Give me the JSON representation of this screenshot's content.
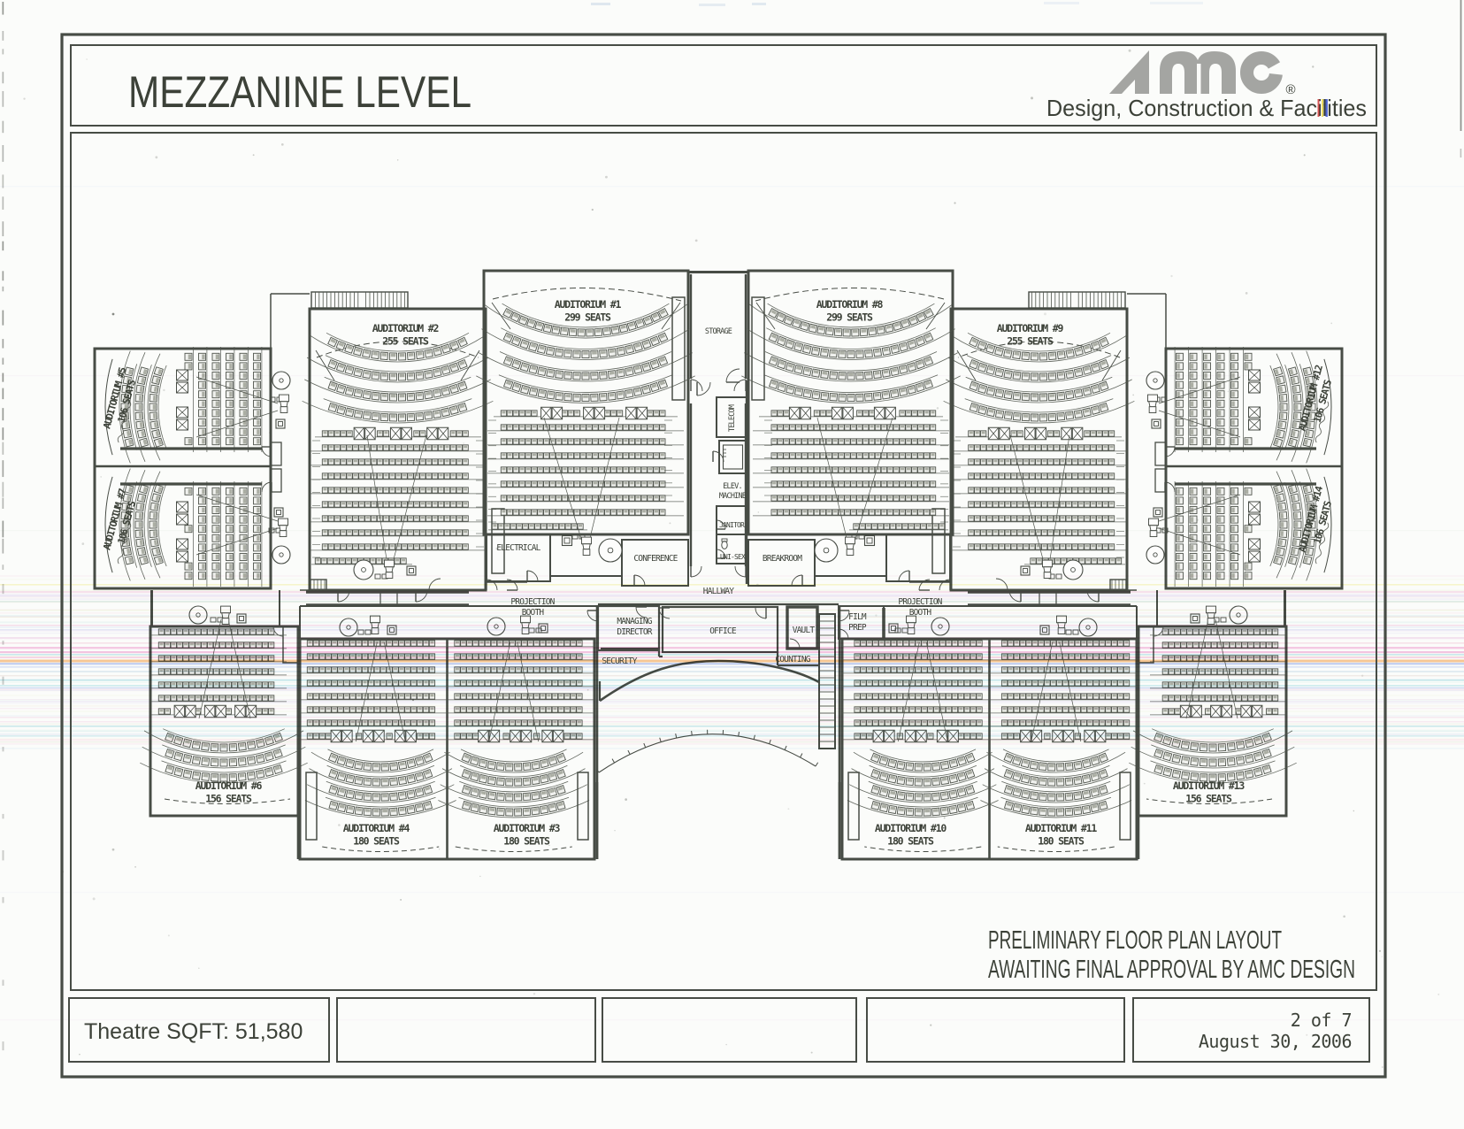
{
  "title_block": {
    "title": "MEZZANINE LEVEL"
  },
  "logo": {
    "word": "amc",
    "registered": "®",
    "subtitle": "Design, Construction & Facilities"
  },
  "plan": {
    "auditoriums": [
      {
        "id": 1,
        "name": "AUDITORIUM #1",
        "seats": "299 SEATS"
      },
      {
        "id": 2,
        "name": "AUDITORIUM #2",
        "seats": "255 SEATS"
      },
      {
        "id": 3,
        "name": "AUDITORIUM #3",
        "seats": "180 SEATS"
      },
      {
        "id": 4,
        "name": "AUDITORIUM #4",
        "seats": "180 SEATS"
      },
      {
        "id": 5,
        "name": "AUDITORIUM #5",
        "seats": "106 SEATS"
      },
      {
        "id": 6,
        "name": "AUDITORIUM #6",
        "seats": "156 SEATS"
      },
      {
        "id": 7,
        "name": "AUDITORIUM #7",
        "seats": "106 SEATS"
      },
      {
        "id": 8,
        "name": "AUDITORIUM #8",
        "seats": "299 SEATS"
      },
      {
        "id": 9,
        "name": "AUDITORIUM #9",
        "seats": "255 SEATS"
      },
      {
        "id": 10,
        "name": "AUDITORIUM #10",
        "seats": "180 SEATS"
      },
      {
        "id": 11,
        "name": "AUDITORIUM #11",
        "seats": "180 SEATS"
      },
      {
        "id": 12,
        "name": "AUDITORIUM #12",
        "seats": "106 SEATS"
      },
      {
        "id": 13,
        "name": "AUDITORIUM #13",
        "seats": "156 SEATS"
      },
      {
        "id": 14,
        "name": "AUDITORIUM #14",
        "seats": "106 SEATS"
      }
    ],
    "rooms": {
      "storage": "STORAGE",
      "telecom": "TELECOM",
      "elev_machine": [
        "ELEV.",
        "MACHINE"
      ],
      "janitor": "JANITOR",
      "unisex": "UNI-SEX",
      "electrical": "ELECTRICAL",
      "conference": "CONFERENCE",
      "breakroom": "BREAKROOM",
      "hallway": "HALLWAY",
      "projection_booth": [
        "PROJECTION",
        "BOOTH"
      ],
      "film_prep": [
        "FILM",
        "PREP"
      ],
      "managing_director": [
        "MANAGING",
        "DIRECTOR"
      ],
      "office": "OFFICE",
      "vault": "VAULT",
      "security": "SECURITY",
      "counting": "COUNTING"
    }
  },
  "notes": {
    "line1": "PRELIMINARY FLOOR PLAN LAYOUT",
    "line2": "AWAITING FINAL APPROVAL BY AMC DESIGN"
  },
  "footer": {
    "sqft": "Theatre SQFT: 51,580",
    "sheet": "2 of 7",
    "date": "August 30, 2006"
  }
}
